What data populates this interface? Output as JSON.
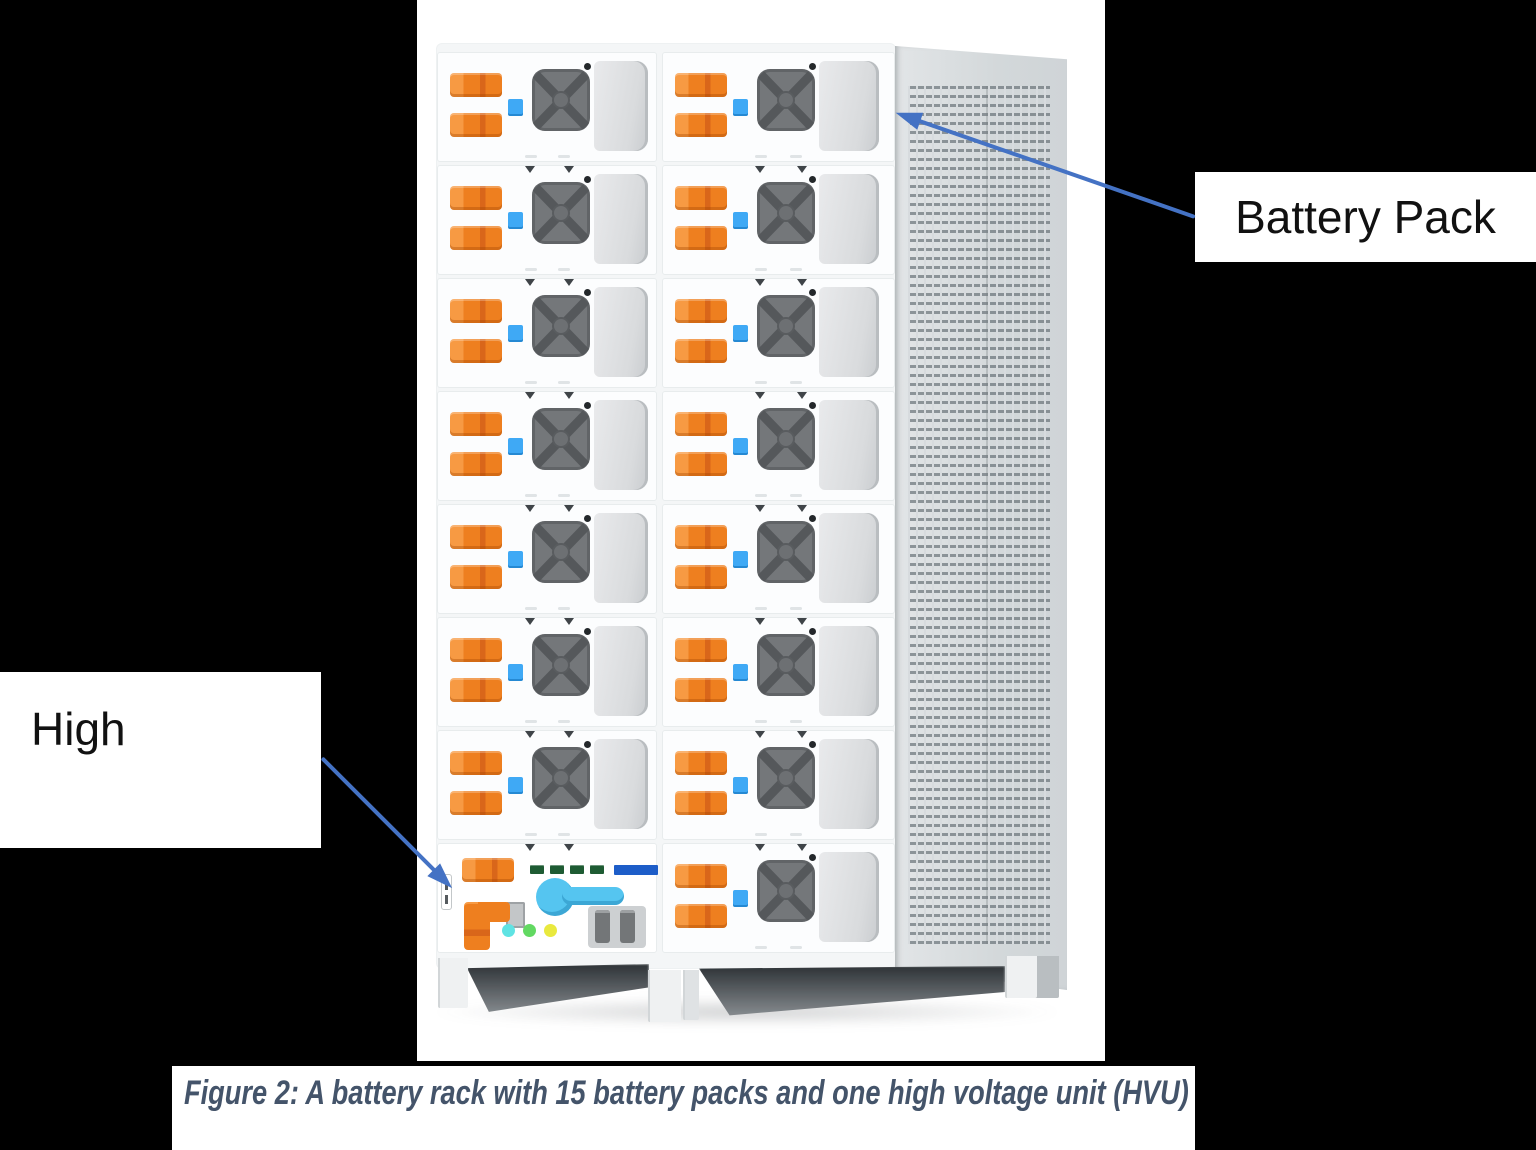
{
  "page": {
    "background": "#000000"
  },
  "figure": {
    "caption": {
      "text": "Figure 2: A battery rack with 15 battery packs and one high voltage unit (HVU)",
      "color": "#44546A"
    },
    "labels": {
      "battery_pack": "Battery Pack",
      "high": "High"
    },
    "arrow_color": "#4472C4",
    "rack": {
      "left_column": {
        "battery_packs": 7,
        "hvu": 1
      },
      "right_column": {
        "battery_packs": 8
      },
      "total_battery_packs": 15,
      "hvu_count": 1,
      "colors": {
        "connector_orange": "#EE7F1F",
        "connector_orange_dark": "#D9661A",
        "connector_orange_light": "#F79A43",
        "indicator_blue": "#3FA9F5",
        "fan_gray": "#74777A",
        "fan_brace": "#55585B",
        "side_panel": "#D9DDE0",
        "hvu_handle_blue": "#55C5F0",
        "hvu_led_green": "#1E5B33",
        "hvu_led_blue": "#1D5DC8",
        "dot_cyan": "#5FE3E3",
        "dot_green": "#62D962",
        "dot_yellow": "#E9E93E"
      }
    }
  }
}
